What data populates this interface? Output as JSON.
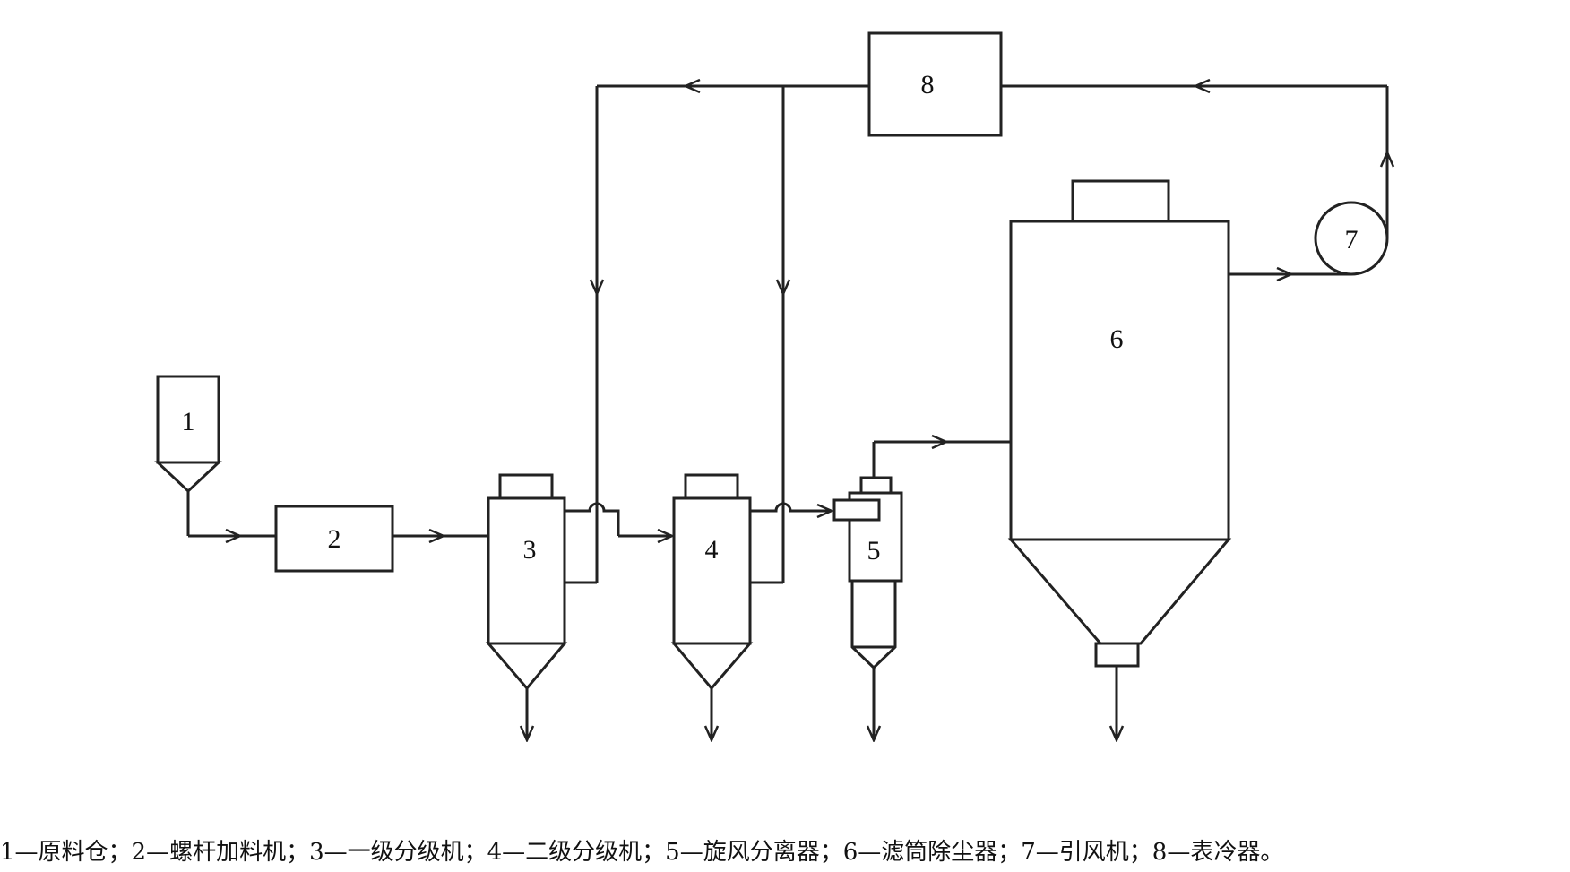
{
  "units": {
    "u1": {
      "label": "1"
    },
    "u2": {
      "label": "2"
    },
    "u3": {
      "label": "3"
    },
    "u4": {
      "label": "4"
    },
    "u5": {
      "label": "5"
    },
    "u6": {
      "label": "6"
    },
    "u7": {
      "label": "7"
    },
    "u8": {
      "label": "8"
    }
  },
  "caption": "1—原料仓；2—螺杆加料机；3—一级分级机；4—二级分级机；5—旋风分离器；6—滤筒除尘器；7—引风机；8—表冷器。"
}
